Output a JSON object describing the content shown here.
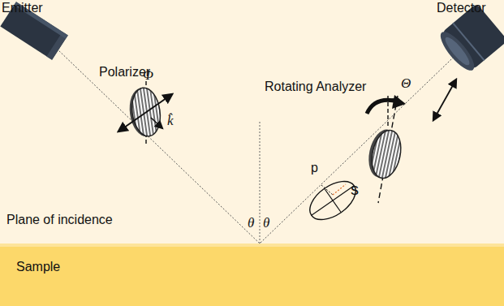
{
  "diagram": {
    "nodes": [
      {
        "text": [
          "Plane of incidence"
        ]
      },
      {
        "text": [
          "Sample"
        ]
      }
    ],
    "labels": [
      "Emitter",
      "Detector",
      "Polarizer",
      "Φ",
      "k̂",
      "Rotating Analyzer",
      "Θ",
      "p",
      "s",
      "θ",
      "θ"
    ]
  }
}
